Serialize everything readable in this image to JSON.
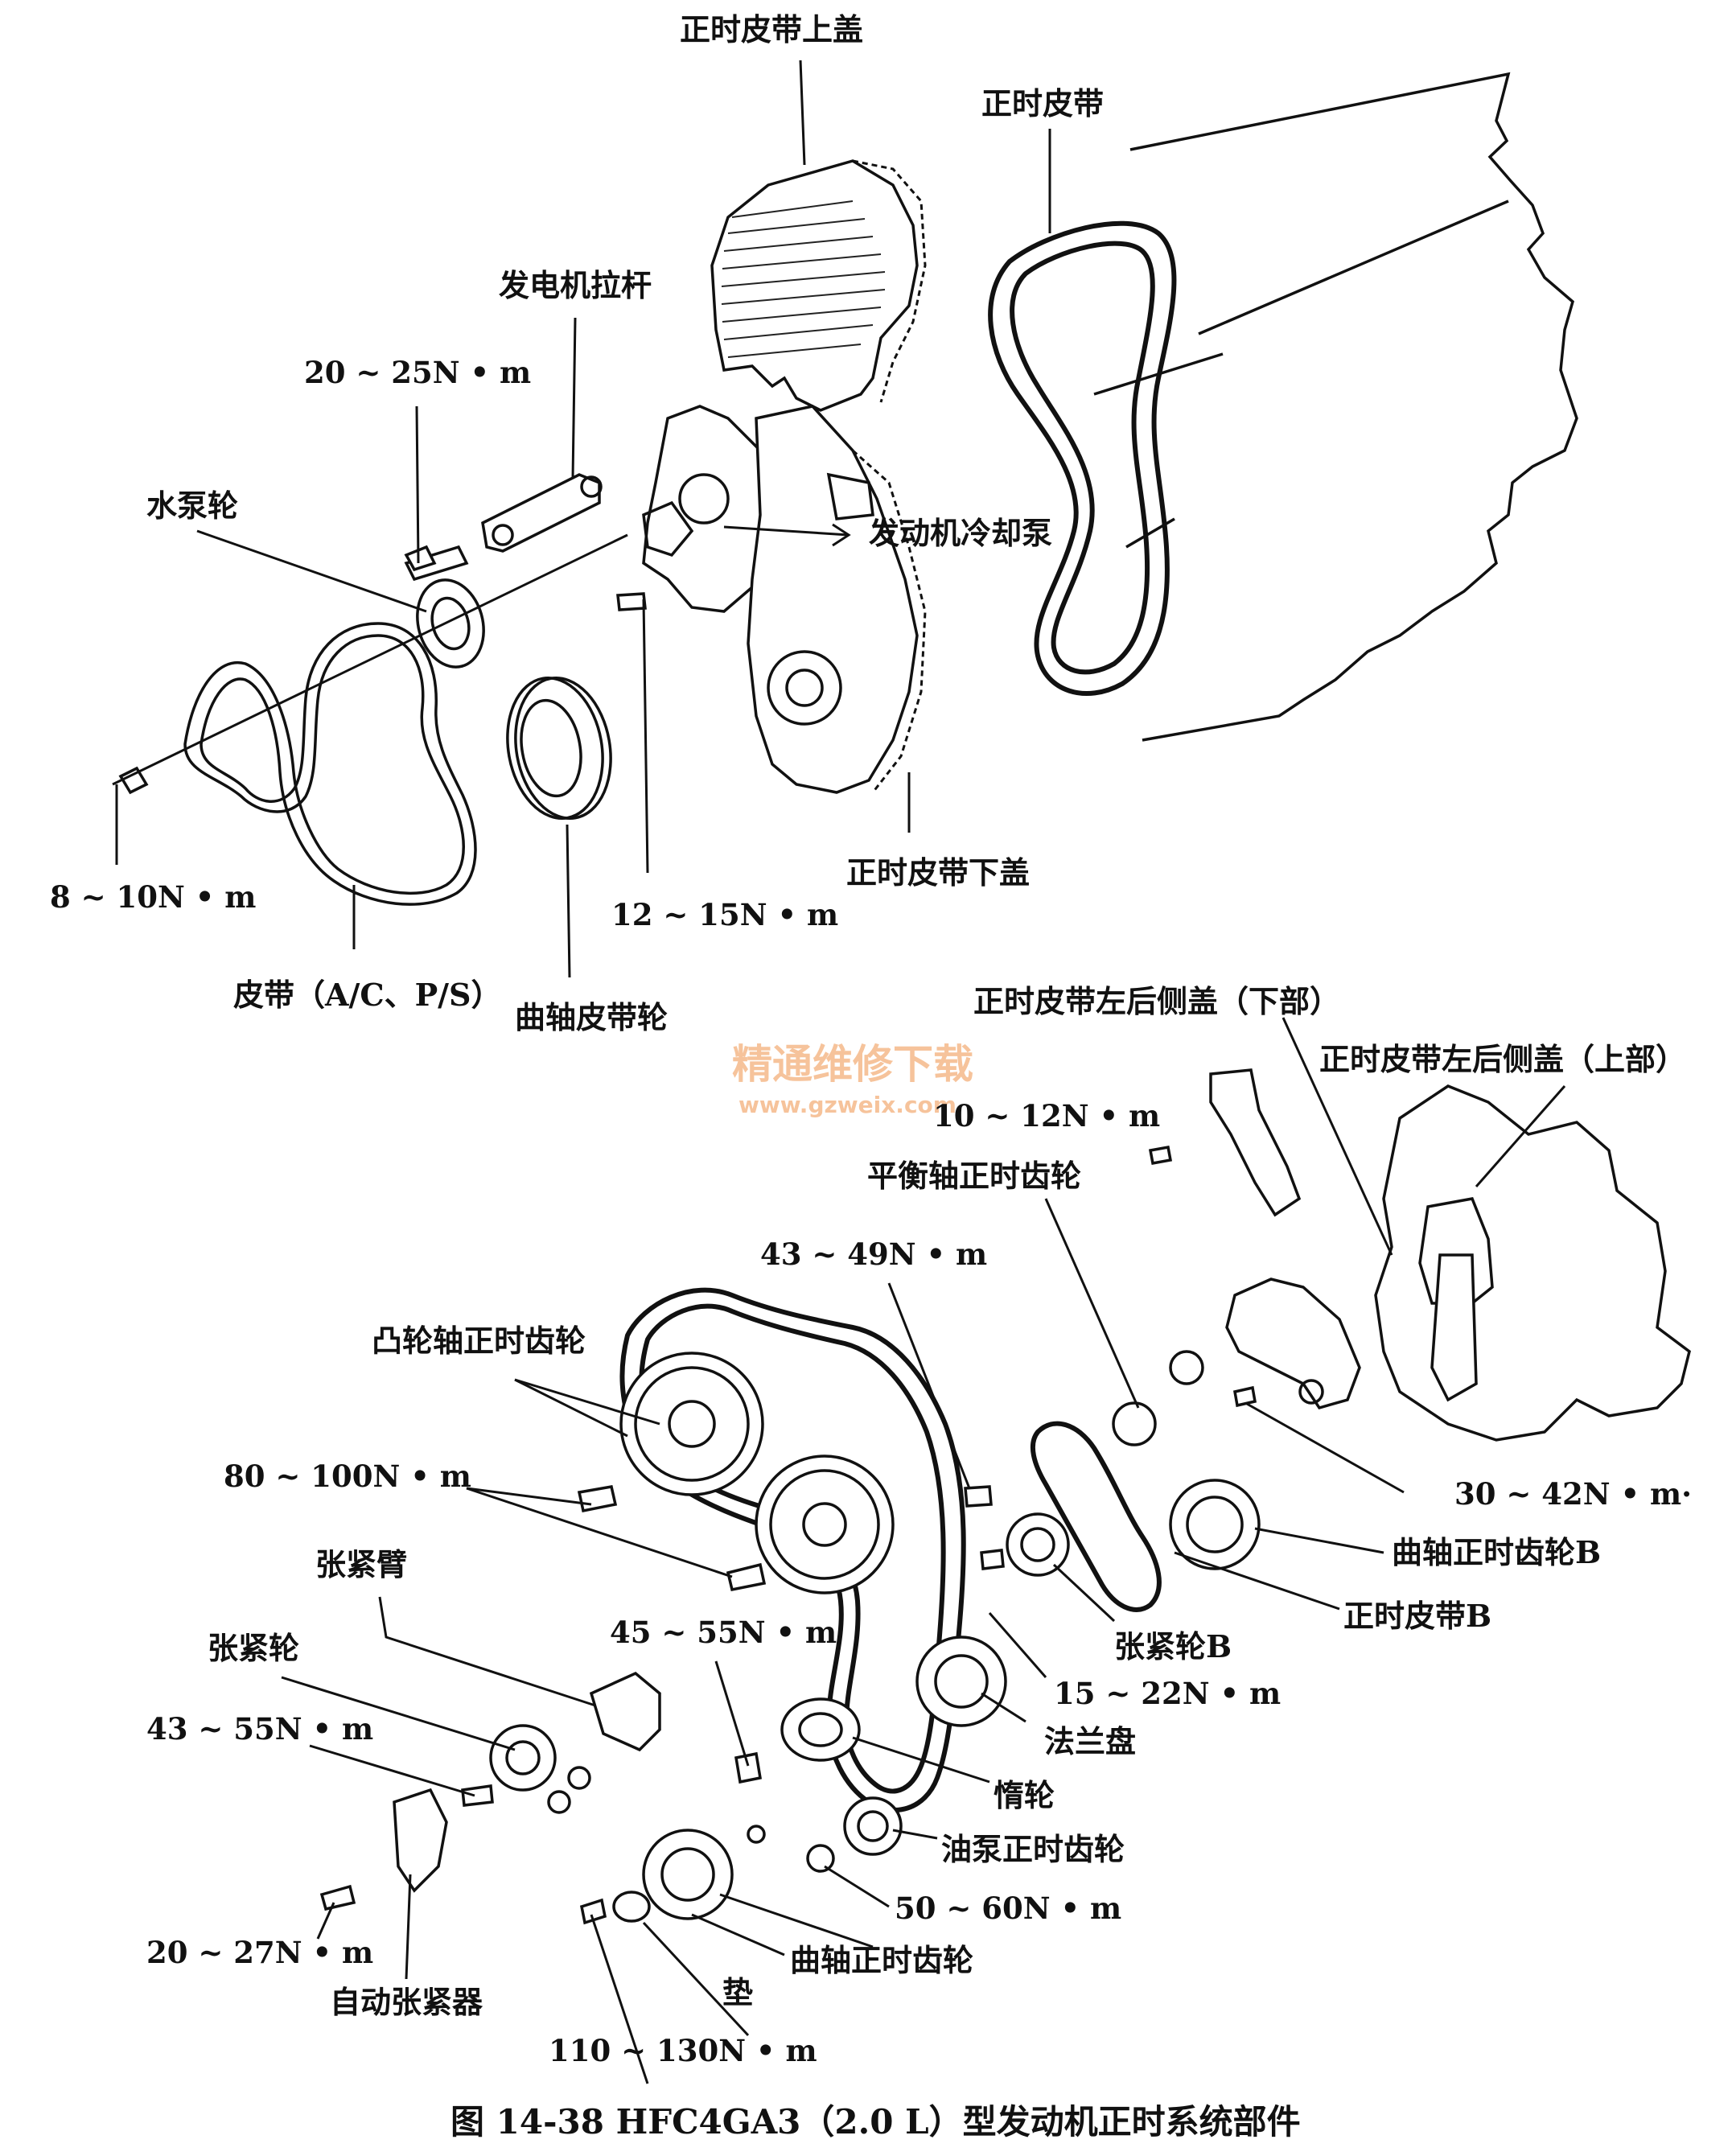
{
  "labels": {
    "timing_belt_upper_cover": "正时皮带上盖",
    "timing_belt": "正时皮带",
    "alternator_rod": "发电机拉杆",
    "torque_20_25": "20 ~ 25N • m",
    "water_pump_pulley": "水泵轮",
    "engine_coolant_pump": "发动机冷却泵",
    "torque_8_10": "8 ~ 10N • m",
    "belt_ac_ps": "皮带（A/C、P/S）",
    "crankshaft_pulley": "曲轴皮带轮",
    "torque_12_15": "12 ~ 15N • m",
    "timing_belt_lower_cover": "正时皮带下盖",
    "left_rear_cover_lower": "正时皮带左后侧盖（下部）",
    "left_rear_cover_upper": "正时皮带左后侧盖（上部）",
    "torque_10_12": "10 ~ 12N • m",
    "balance_shaft_gear": "平衡轴正时齿轮",
    "torque_43_49": "43 ~ 49N • m",
    "camshaft_gear": "凸轮轴正时齿轮",
    "torque_80_100": "80 ~ 100N • m",
    "torque_30_42": "30 ~ 42N • m·",
    "crank_gear_b": "曲轴正时齿轮B",
    "tensioner_arm": "张紧臂",
    "timing_belt_b": "正时皮带B",
    "torque_45_55": "45 ~ 55N • m",
    "tensioner_b": "张紧轮B",
    "tensioner_pulley": "张紧轮",
    "torque_15_22": "15 ~ 22N • m",
    "torque_43_55": "43 ~ 55N • m",
    "flange": "法兰盘",
    "idler": "惰轮",
    "oil_pump_gear": "油泵正时齿轮",
    "torque_20_27": "20 ~ 27N • m",
    "torque_50_60": "50 ~ 60N • m",
    "auto_tensioner": "自动张紧器",
    "washer": "垫",
    "crank_timing_gear": "曲轴正时齿轮",
    "torque_110_130": "110 ~ 130N • m"
  },
  "caption": "图 14-38    HFC4GA3（2.0 L）型发动机正时系统部件",
  "watermark": {
    "title": "精通维修下载",
    "url": "www.gzweix.com"
  }
}
